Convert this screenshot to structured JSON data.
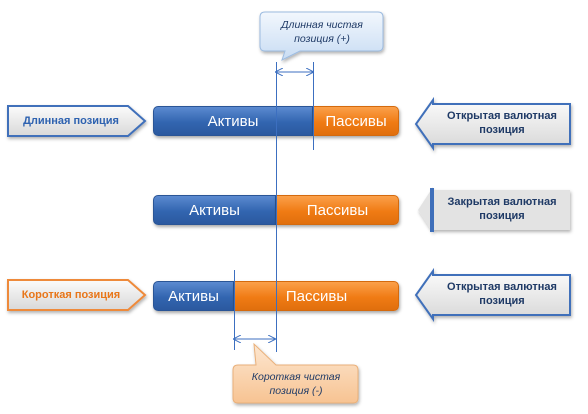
{
  "callouts": {
    "long_net": "Длинная чистая\nпозиция (+)",
    "short_net": "Короткая чистая\nпозиция (-)"
  },
  "rows": [
    {
      "left_label": "Длинная позиция",
      "assets": "Активы",
      "liabilities": "Пассивы",
      "right_label": "Открытая валютная\nпозиция"
    },
    {
      "assets": "Активы",
      "liabilities": "Пассивы",
      "right_label": "Закрытая валютная\nпозиция"
    },
    {
      "left_label": "Короткая позиция",
      "assets": "Активы",
      "liabilities": "Пассивы",
      "right_label": "Открытая валютная\nпозиция"
    }
  ],
  "colors": {
    "assets": "#3265b0",
    "liabilities": "#f07b14",
    "long_text": "#2e62b0",
    "short_text": "#e8761a"
  }
}
